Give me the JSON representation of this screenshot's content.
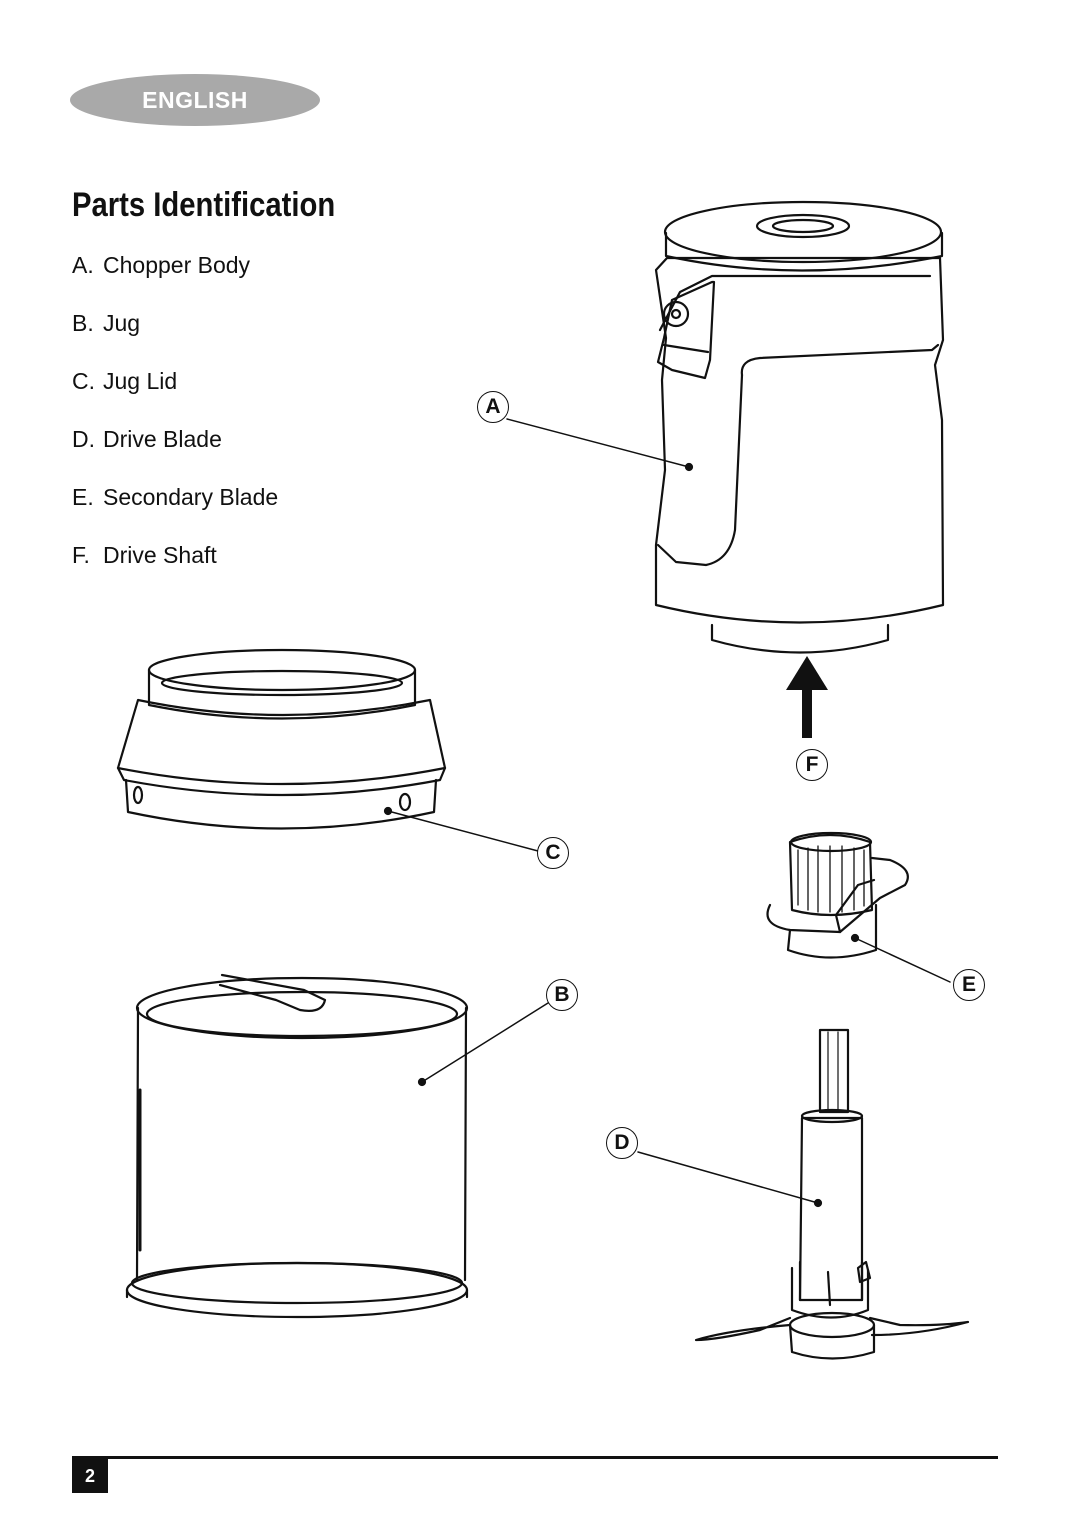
{
  "header": {
    "language_label": "ENGLISH"
  },
  "section": {
    "title": "Parts Identification"
  },
  "parts": [
    {
      "letter": "A.",
      "name": "Chopper Body"
    },
    {
      "letter": "B.",
      "name": "Jug"
    },
    {
      "letter": "C.",
      "name": "Jug Lid"
    },
    {
      "letter": "D.",
      "name": "Drive Blade"
    },
    {
      "letter": "E.",
      "name": "Secondary Blade"
    },
    {
      "letter": "F.",
      "name": "Drive Shaft"
    }
  ],
  "callouts": {
    "a": "A",
    "b": "B",
    "c": "C",
    "d": "D",
    "e": "E",
    "f": "F"
  },
  "footer": {
    "page_number": "2"
  }
}
